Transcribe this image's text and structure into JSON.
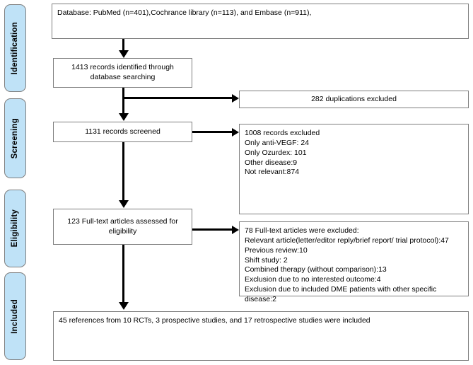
{
  "diagram": {
    "title": "PRISMA study selection flow diagram",
    "accent_color": "#bfe2f7",
    "border_color": "#7d7d7d",
    "line_color": "#000000",
    "background_color": "#ffffff"
  },
  "stages": [
    {
      "id": "identification",
      "label": "Identification"
    },
    {
      "id": "screening",
      "label": "Screening"
    },
    {
      "id": "eligibility",
      "label": "Eligibility"
    },
    {
      "id": "included",
      "label": "Included"
    }
  ],
  "boxes": {
    "database": {
      "id": "database-sources",
      "text": "Database: PubMed (n=401),Cochrance library (n=113),  and Embase (n=911),"
    },
    "records_identified": {
      "id": "records-identified",
      "text": "1413  records identified through\ndatabase searching"
    },
    "duplications_excluded": {
      "id": "duplications-excluded",
      "text": "282  duplications excluded"
    },
    "records_screened": {
      "id": "records-screened",
      "text": "1131  records screened"
    },
    "records_excluded": {
      "id": "records-excluded",
      "text": "1008  records excluded\nOnly anti-VEGF: 24\nOnly Ozurdex: 101\nOther disease:9\nNot relevant:874"
    },
    "fulltext_assessed": {
      "id": "fulltext-assessed",
      "text": "123  Full-text articles assessed for\neligibility"
    },
    "fulltext_excluded": {
      "id": "fulltext-excluded",
      "text": "78 Full-text articles  were excluded:\nRelevant article(letter/editor reply/brief report/ trial protocol):47\nPrevious review:10\nShift study: 2\nCombined therapy (without comparison):13\nExclusion due to no interested outcome:4\nExclusion due to  included DME patients with other specific disease:2"
    },
    "included_studies": {
      "id": "included-studies",
      "text": "45 references from  10 RCTs, 3 prospective studies, and 17 retrospective studies were included"
    }
  },
  "chart_data": {
    "type": "diagram",
    "title": "PRISMA flow of study selection",
    "nodes": [
      {
        "stage": "Identification",
        "label": "Database: PubMed (n=401),Cochrance library (n=113),  and Embase (n=911),",
        "counts": {
          "PubMed": 401,
          "Cochrance library": 113,
          "Embase": 911
        }
      },
      {
        "stage": "Identification",
        "label": "1413  records identified through database searching",
        "count": 1413
      },
      {
        "stage": "Screening",
        "label": "282  duplications excluded",
        "count": 282
      },
      {
        "stage": "Screening",
        "label": "1131  records screened",
        "count": 1131
      },
      {
        "stage": "Screening",
        "label": "1008  records excluded",
        "count": 1008,
        "breakdown": {
          "Only anti-VEGF": 24,
          "Only Ozurdex": 101,
          "Other disease": 9,
          "Not relevant": 874
        }
      },
      {
        "stage": "Eligibility",
        "label": "123  Full-text articles assessed for eligibility",
        "count": 123
      },
      {
        "stage": "Eligibility",
        "label": "78 Full-text articles  were excluded",
        "count": 78,
        "breakdown": {
          "Relevant article(letter/editor reply/brief report/ trial protocol)": 47,
          "Previous review": 10,
          "Shift study": 2,
          "Combined therapy (without comparison)": 13,
          "Exclusion due to no interested outcome": 4,
          "Exclusion due to  included DME patients with other specific disease": 2
        }
      },
      {
        "stage": "Included",
        "label": "45 references from  10 RCTs, 3 prospective studies, and 17 retrospective studies were included",
        "count": 45,
        "breakdown": {
          "RCTs": 10,
          "prospective studies": 3,
          "retrospective studies": 17
        }
      }
    ]
  }
}
